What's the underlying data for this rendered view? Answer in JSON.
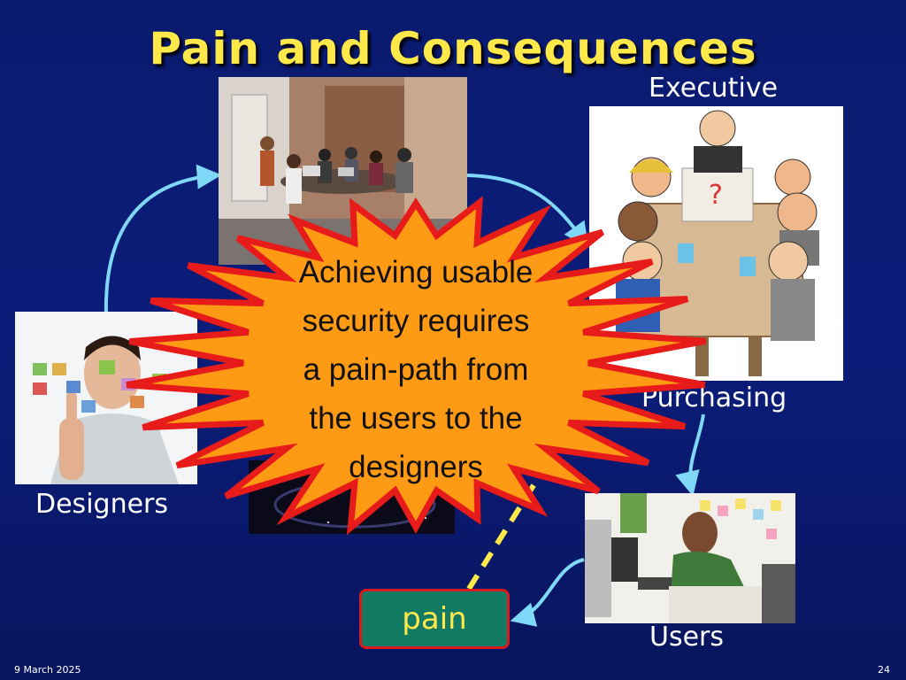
{
  "slide": {
    "title": "Pain and Consequences",
    "date": "9 March 2025",
    "page_number": "24"
  },
  "roles": {
    "executive": "Executive",
    "purchasing": "Purchasing",
    "designers": "Designers",
    "users": "Users"
  },
  "burst": {
    "lines": [
      "Achieving usable",
      "security requires",
      "a pain-path from",
      "the users to the",
      "designers"
    ]
  },
  "pain_label": "pain",
  "colors": {
    "background": "#0a1a6e",
    "title": "#ffe84a",
    "arrow": "#7fd8f5",
    "burst_fill": "#ff9a14",
    "burst_stroke": "#e81b1b",
    "pain_fill": "#137a64",
    "dashed_line": "#ffe84a"
  }
}
